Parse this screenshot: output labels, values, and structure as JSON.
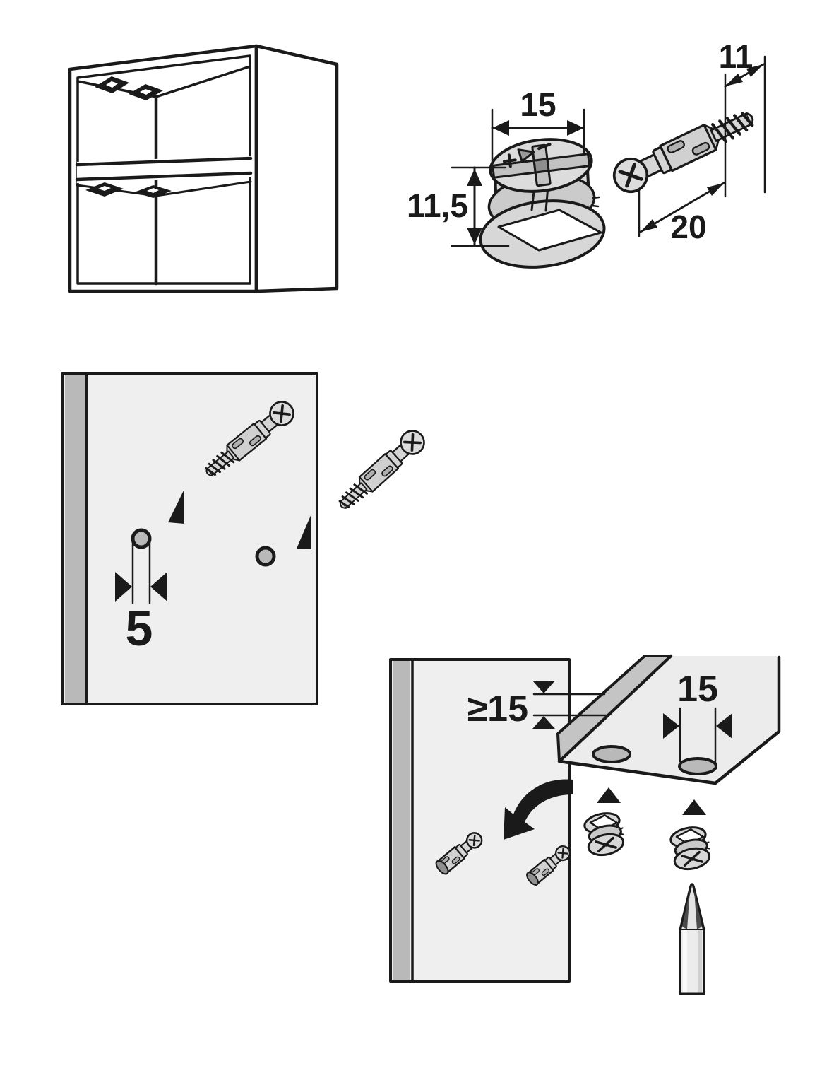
{
  "dimensions": {
    "cam_diameter": "15",
    "cam_height": "11,5",
    "dowel_thread_length": "11",
    "dowel_length": "20",
    "drill_hole_diameter": "5",
    "min_panel_thickness": "≥15",
    "cam_hole_diameter": "15"
  },
  "colors": {
    "line": "#1a1a1a",
    "panel_face": "#efefef",
    "edge_band": "#b9b9b9",
    "board_edge_face": "#c4c4c4",
    "fitting_body": "#d7d7d7",
    "hole_fill": "#b9b9b9",
    "screwdriver_dark": "#4a4a4a",
    "background": "#ffffff"
  }
}
